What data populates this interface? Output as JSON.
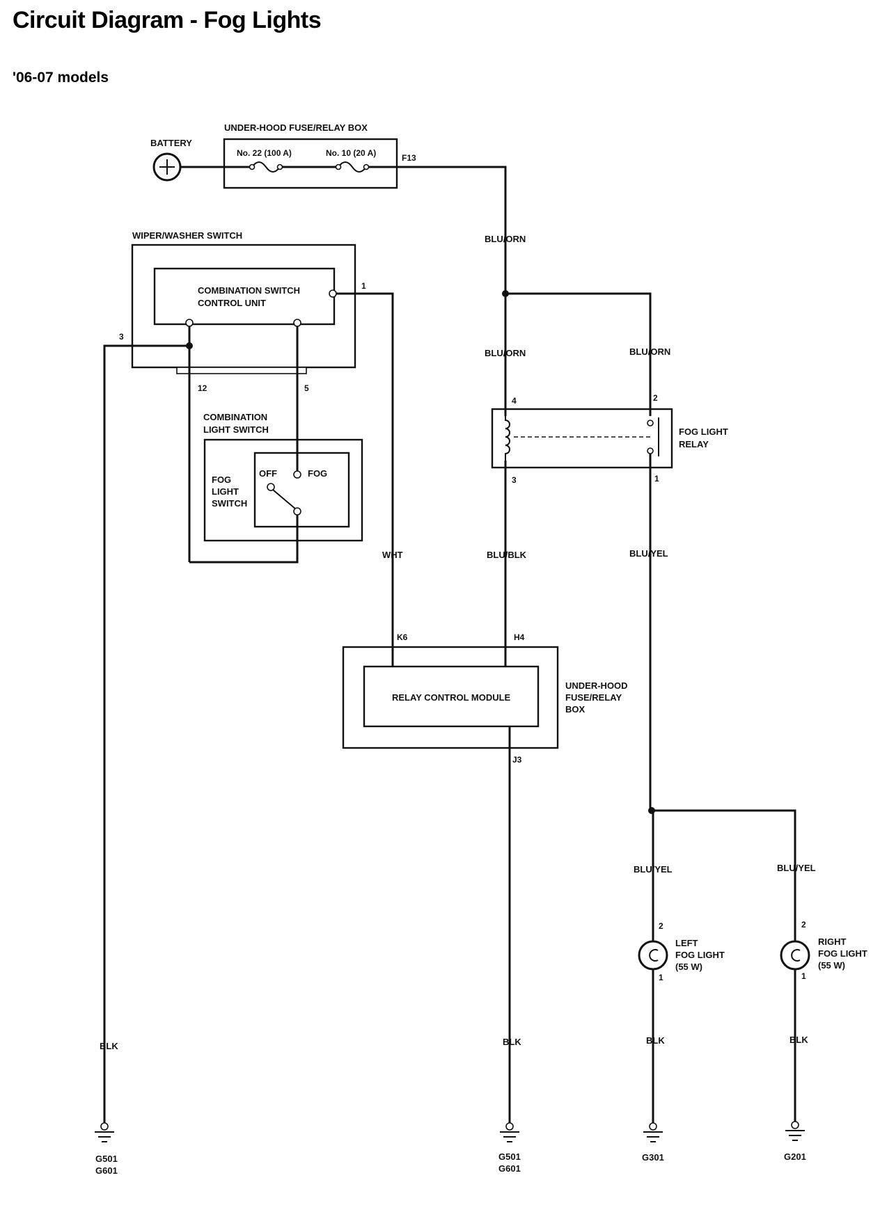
{
  "title": "Circuit Diagram - Fog Lights",
  "subtitle": "'06-07 models",
  "components": {
    "battery": "BATTERY",
    "fuse_box_top": {
      "title": "UNDER-HOOD FUSE/RELAY BOX",
      "fuse_a": "No. 22 (100 A)",
      "fuse_b": "No. 10 (20 A)",
      "terminal": "F13"
    },
    "wiper_switch": {
      "title": "WIPER/WASHER SWITCH",
      "unit_line1": "COMBINATION SWITCH",
      "unit_line2": "CONTROL UNIT"
    },
    "light_switch": {
      "title_line1": "COMBINATION",
      "title_line2": "LIGHT SWITCH",
      "fog_line1": "FOG",
      "fog_line2": "LIGHT",
      "fog_line3": "SWITCH",
      "off": "OFF",
      "fog": "FOG"
    },
    "fog_relay": {
      "line1": "FOG LIGHT",
      "line2": "RELAY"
    },
    "rcm": {
      "label": "RELAY CONTROL MODULE",
      "box_line1": "UNDER-HOOD",
      "box_line2": "FUSE/RELAY",
      "box_line3": "BOX"
    },
    "left_fog": {
      "line1": "LEFT",
      "line2": "FOG LIGHT",
      "line3": "(55 W)"
    },
    "right_fog": {
      "line1": "RIGHT",
      "line2": "FOG LIGHT",
      "line3": "(55 W)"
    }
  },
  "wires": {
    "blu_orn_main": "BLU/ORN",
    "blu_orn_4": "BLU/ORN",
    "blu_orn_2": "BLU/ORN",
    "blu_blk": "BLU/BLK",
    "blu_yel": "BLU/YEL",
    "wht": "WHT",
    "blu_yel_left": "BLU/YEL",
    "blu_yel_right": "BLU/YEL",
    "blk_g501": "BLK",
    "blk_rcm": "BLK",
    "blk_left": "BLK",
    "blk_right": "BLK"
  },
  "pins": {
    "switch_1": "1",
    "switch_3": "3",
    "switch_12": "12",
    "switch_5": "5",
    "relay_4": "4",
    "relay_2": "2",
    "relay_3": "3",
    "relay_1": "1",
    "rcm_k6": "K6",
    "rcm_h4": "H4",
    "rcm_j3": "J3",
    "left_2": "2",
    "left_1": "1",
    "right_2": "2",
    "right_1": "1"
  },
  "grounds": {
    "g1_line1": "G501",
    "g1_line2": "G601",
    "g2_line1": "G501",
    "g2_line2": "G601",
    "g3": "G301",
    "g4": "G201"
  }
}
